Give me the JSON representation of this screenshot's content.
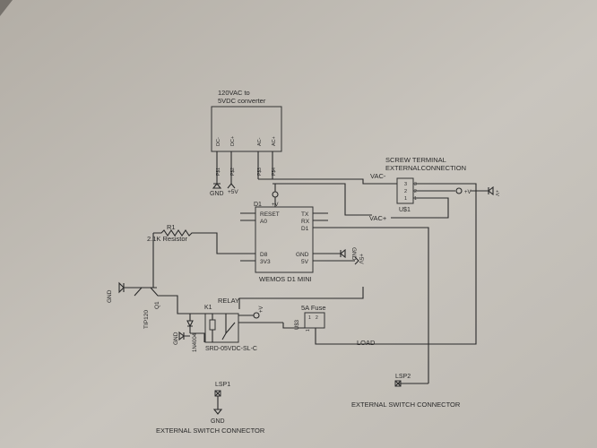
{
  "converter": {
    "title_line1": "120VAC to",
    "title_line2": "5VDC converter",
    "pins": [
      "DC-",
      "DC+",
      "AC-",
      "AC+"
    ],
    "pin_refs": [
      "P$1",
      "P$2",
      "P$3",
      "P$4"
    ]
  },
  "labels": {
    "gnd": "GND",
    "plus5v": "+5V",
    "vac_minus": "VAC-",
    "vac_plus": "VAC+",
    "load": "LOAD",
    "vplus": "+V",
    "relay": "RELAY"
  },
  "screw_terminal": {
    "title_line1": "SCREW TERMINAL",
    "title_line2": "EXTERNALCONNECTION",
    "ref": "U$1",
    "pins": [
      "3",
      "2",
      "1"
    ]
  },
  "wemos": {
    "ref": "D1",
    "name": "WEMOS D1 MINI",
    "left_pins": [
      "RESET",
      "A0",
      "D8",
      "3V3"
    ],
    "right_pins": [
      "TX",
      "RX",
      "D1",
      "GND",
      "5V"
    ]
  },
  "resistor": {
    "ref": "R1",
    "value": "2.1K Resistor"
  },
  "transistor": {
    "ref": "Q1",
    "part": "TIP120"
  },
  "relay": {
    "ref": "K1",
    "part": "SRD-05VDC-SL-C"
  },
  "diode": {
    "part": "1N4004"
  },
  "fuse": {
    "ref": "U$3",
    "value": "5A Fuse",
    "pins": [
      "1",
      "2"
    ]
  },
  "lsp1": {
    "ref": "LSP1",
    "label": "EXTERNAL SWITCH CONNECTOR"
  },
  "lsp2": {
    "ref": "LSP2",
    "label": "EXTERNAL SWITCH CONNECTOR"
  }
}
